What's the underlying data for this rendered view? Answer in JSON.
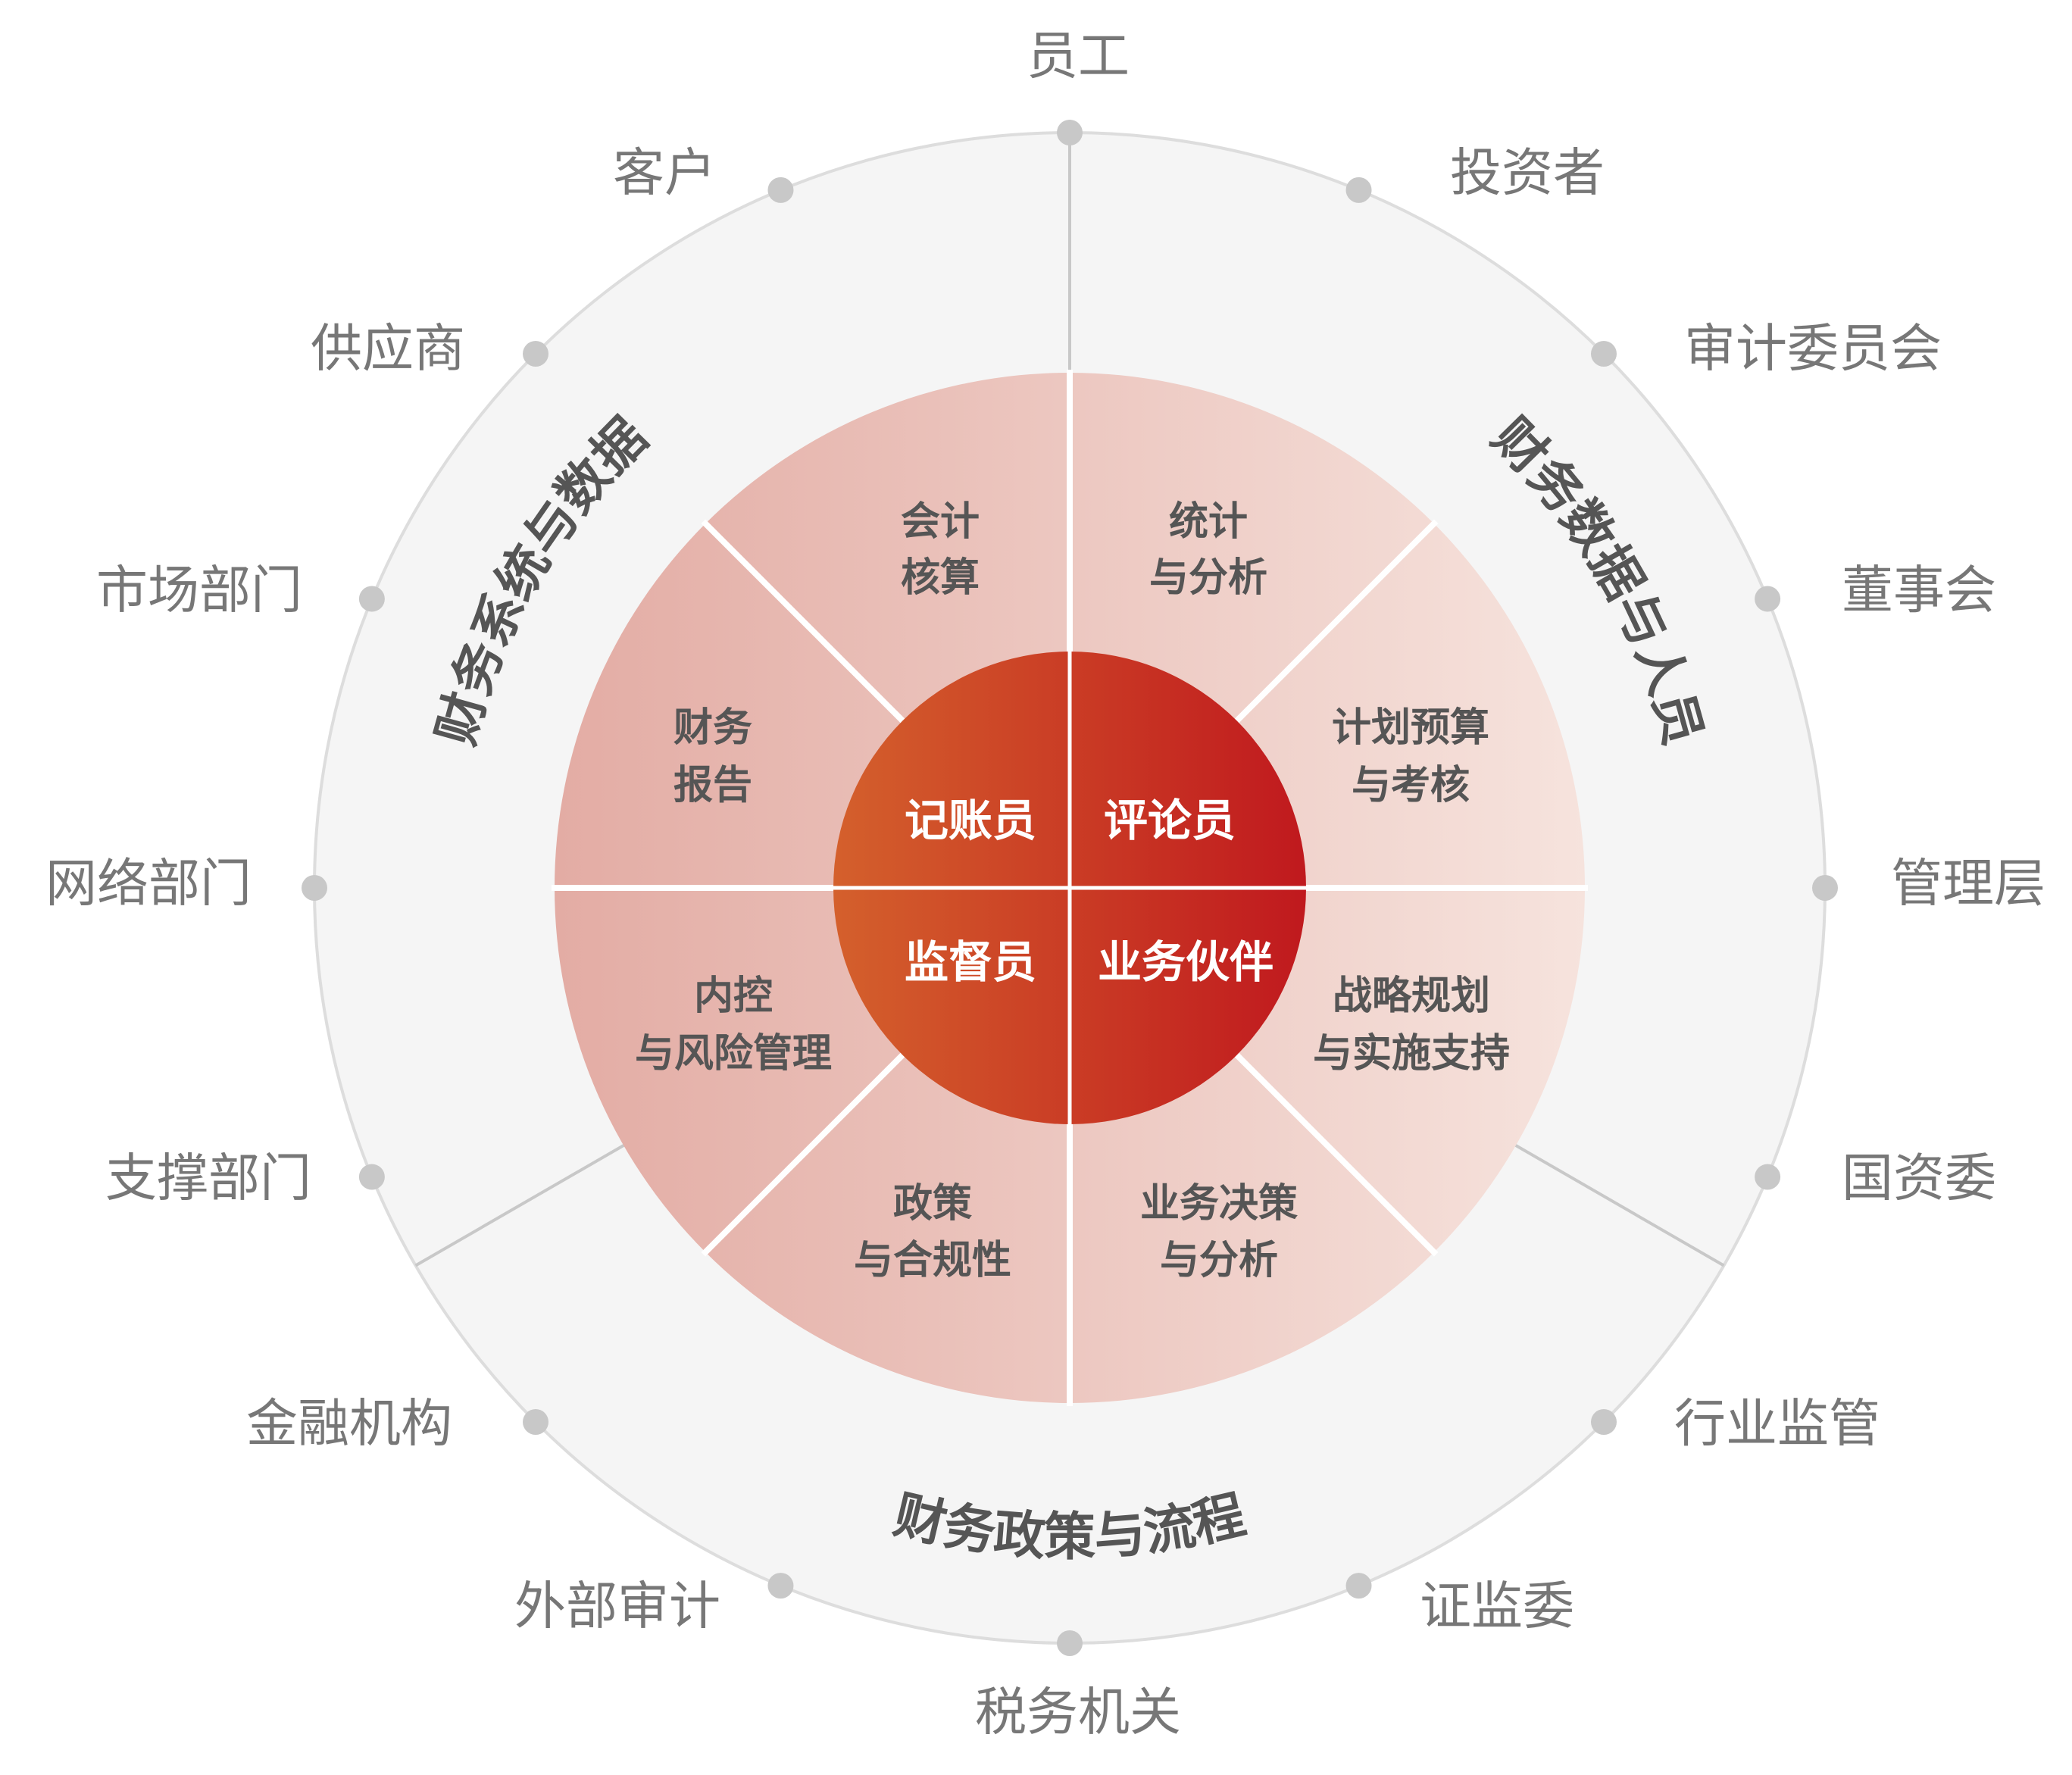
{
  "colors": {
    "outer_ring": "#f5f5f5",
    "outer_stroke": "#dddddd",
    "dot": "#c8c8c8",
    "middle_left": "#e3aca4",
    "middle_right": "#f6e3dd",
    "core_left": "#d4602c",
    "core_right": "#c0191e"
  },
  "stakeholders": [
    "员工",
    "投资者",
    "审计委员会",
    "董事会",
    "管理层",
    "国资委",
    "行业监管",
    "证监委",
    "税务机关",
    "外部审计",
    "金融机构",
    "支撑部门",
    "网络部门",
    "市场部门",
    "供应商",
    "客户"
  ],
  "sectors": {
    "top_left": "财务系统与数据",
    "top_right": "财务数据与人员",
    "bottom": "财务政策与流程"
  },
  "functions": [
    {
      "line1": "会计",
      "line2": "核算"
    },
    {
      "line1": "统计",
      "line2": "与分析"
    },
    {
      "line1": "计划预算",
      "line2": "与考核"
    },
    {
      "line1": "战略规划",
      "line2": "与实施支持"
    },
    {
      "line1": "业务决策",
      "line2": "与分析"
    },
    {
      "line1": "政策",
      "line2": "与合规性"
    },
    {
      "line1": "内控",
      "line2": "与风险管理"
    },
    {
      "line1": "财务",
      "line2": "报告"
    }
  ],
  "roles": {
    "top_left": "记账员",
    "top_right": "评论员",
    "bottom_left": "监督员",
    "bottom_right": "业务伙伴"
  }
}
